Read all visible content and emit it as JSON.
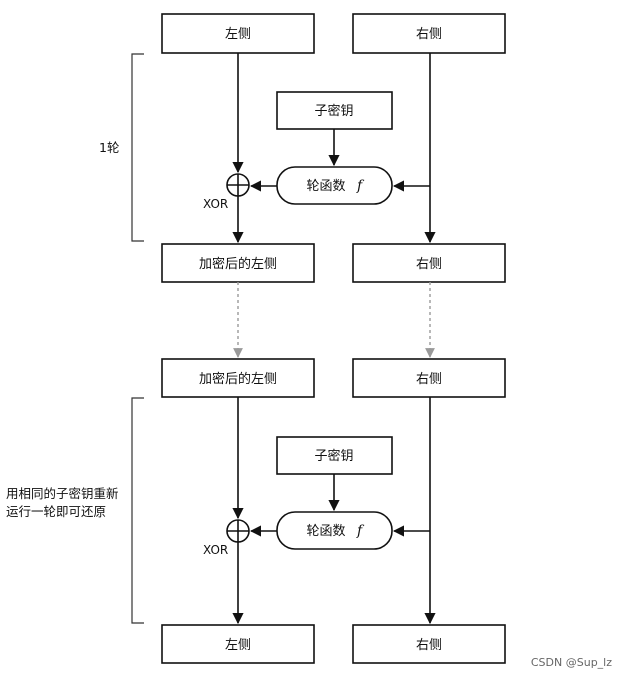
{
  "top": {
    "left_box": "左侧",
    "right_box": "右侧",
    "subkey": "子密钥",
    "round_function": "轮函数",
    "function_symbol": "f",
    "xor_label": "XOR",
    "encrypted_left": "加密后的左侧",
    "right_after": "右侧",
    "side_label": "1轮"
  },
  "bottom": {
    "encrypted_left": "加密后的左侧",
    "right_box": "右侧",
    "subkey": "子密钥",
    "round_function": "轮函数",
    "function_symbol": "f",
    "xor_label": "XOR",
    "left_result": "左侧",
    "right_result": "右侧",
    "side_label_line1": "用相同的子密钥重新",
    "side_label_line2": "运行一轮即可还原"
  },
  "watermark": "CSDN @Sup_lz",
  "colors": {
    "stroke": "#111111",
    "dashed": "#9a9a9a",
    "background": "#ffffff"
  }
}
